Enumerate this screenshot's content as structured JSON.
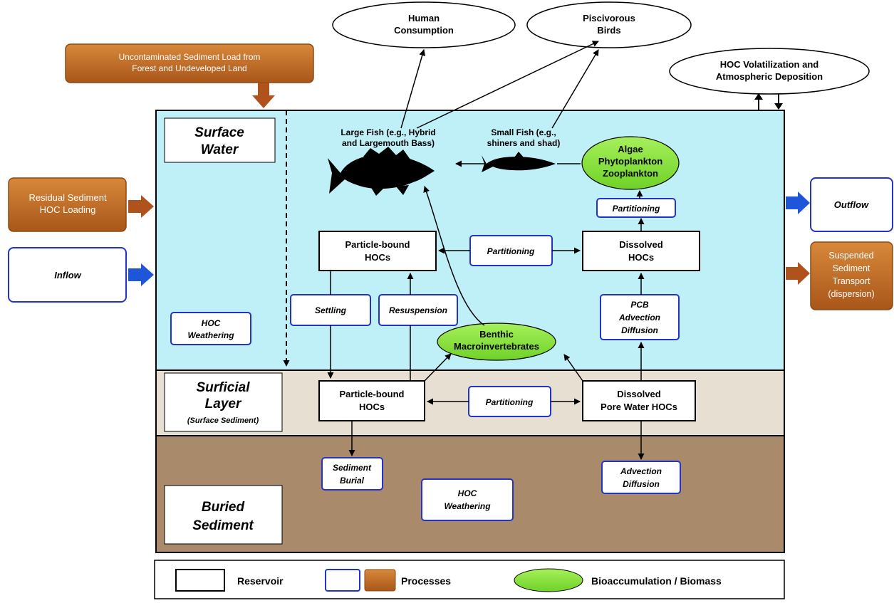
{
  "external": {
    "human_consumption": [
      "Human",
      "Consumption"
    ],
    "piscivorous_birds": [
      "Piscivorous",
      "Birds"
    ],
    "volatilization": [
      "HOC Volatilization and",
      "Atmospheric Deposition"
    ],
    "uncontaminated_load": [
      "Uncontaminated Sediment Load from",
      "Forest and Undeveloped Land"
    ],
    "residual_loading": [
      "Residual Sediment",
      "HOC Loading"
    ],
    "inflow": "Inflow",
    "outflow": "Outflow",
    "suspended_transport": [
      "Suspended",
      "Sediment",
      "Transport",
      "(dispersion)"
    ]
  },
  "layers": {
    "surface_water": [
      "Surface",
      "Water"
    ],
    "surficial_layer": [
      "Surficial",
      "Layer",
      "(Surface Sediment)"
    ],
    "buried_sediment": [
      "Buried",
      "Sediment"
    ]
  },
  "biota": {
    "large_fish": [
      "Large Fish (e.g., Hybrid",
      "and Largemouth Bass)"
    ],
    "small_fish": [
      "Small Fish (e.g.,",
      "shiners and shad)"
    ],
    "algae": [
      "Algae",
      "Phytoplankton",
      "Zooplankton"
    ],
    "benthic": [
      "Benthic",
      "Macroinvertebrates"
    ]
  },
  "reservoirs": {
    "particle_bound_water": [
      "Particle-bound",
      "HOCs"
    ],
    "dissolved_water": [
      "Dissolved",
      "HOCs"
    ],
    "particle_bound_sediment": [
      "Particle-bound",
      "HOCs"
    ],
    "dissolved_pore": [
      "Dissolved",
      "Pore Water HOCs"
    ]
  },
  "processes": {
    "partitioning_top": "Partitioning",
    "partitioning_water": "Partitioning",
    "partitioning_sediment": "Partitioning",
    "settling": "Settling",
    "resuspension": "Resuspension",
    "pcb_advection": [
      "PCB",
      "Advection",
      "Diffusion"
    ],
    "hoc_weathering_water": [
      "HOC",
      "Weathering"
    ],
    "sediment_burial": [
      "Sediment",
      "Burial"
    ],
    "hoc_weathering_buried": [
      "HOC",
      "Weathering"
    ],
    "advection_buried": [
      "Advection",
      "Diffusion"
    ]
  },
  "legend": {
    "reservoir": "Reservoir",
    "processes": "Processes",
    "bioaccumulation": "Bioaccumulation / Biomass"
  },
  "colors": {
    "surface_water": "#bff0f7",
    "surficial_layer": "#e6dfd2",
    "buried_sediment": "#a98b6b",
    "process_border": "#2233cc",
    "orange_process": "#b8641c",
    "biomass_fill": "#8ee63c",
    "blue_arrow": "#1f55d8",
    "brown_arrow": "#b0521c"
  }
}
